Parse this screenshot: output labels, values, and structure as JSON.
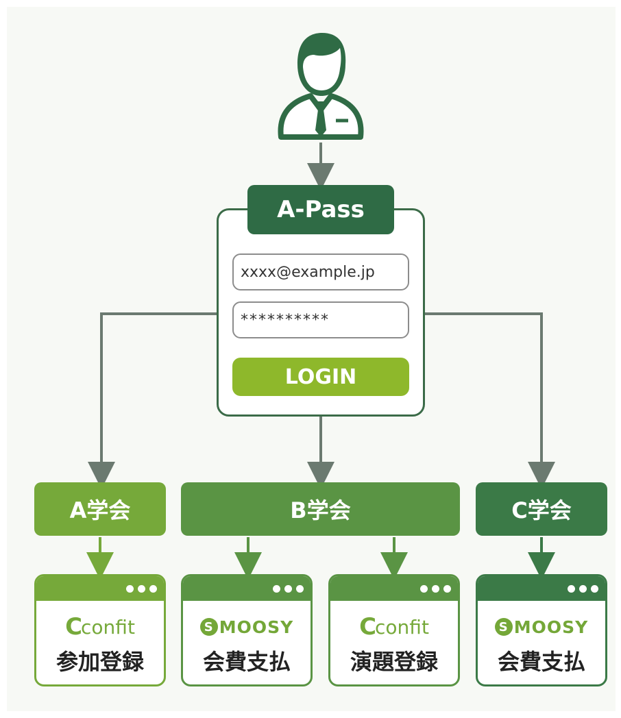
{
  "diagram": {
    "user_icon": "businessman-user-icon",
    "login": {
      "title": "A-Pass",
      "email_value": "xxxx@example.jp",
      "password_value": "**********",
      "button_label": "LOGIN"
    },
    "societies": [
      {
        "label": "A学会",
        "color": "#76a93a"
      },
      {
        "label": "B学会",
        "color": "#5a9444"
      },
      {
        "label": "C学会",
        "color": "#3b7a47"
      }
    ],
    "services": [
      {
        "logo": "confit",
        "logo_text": "confit",
        "label": "参加登録",
        "color": "#76a93a"
      },
      {
        "logo": "smoosy",
        "logo_text": "MOOSY",
        "label": "会費支払",
        "color": "#5a9444"
      },
      {
        "logo": "confit",
        "logo_text": "confit",
        "label": "演題登録",
        "color": "#5a9444"
      },
      {
        "logo": "smoosy",
        "logo_text": "MOOSY",
        "label": "会費支払",
        "color": "#3b7a47"
      }
    ],
    "colors": {
      "arrow": "#6b7a70",
      "dark_green": "#2f6b45",
      "login_button": "#8eb82b",
      "background": "#f7f9f5"
    }
  }
}
